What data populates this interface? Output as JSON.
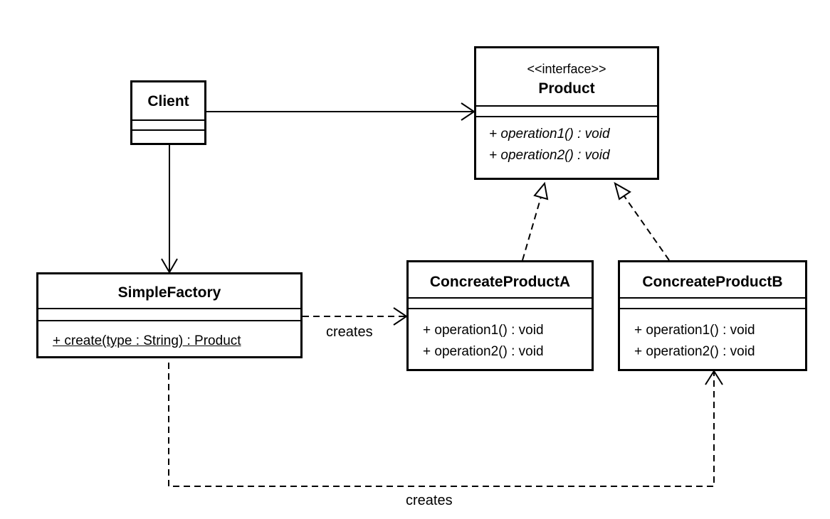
{
  "diagram": {
    "classes": {
      "client": {
        "name": "Client",
        "operations": []
      },
      "product": {
        "stereotype": "<<interface>>",
        "name": "Product",
        "operations": [
          "+ operation1() : void",
          "+ operation2() : void"
        ]
      },
      "simple_factory": {
        "name": "SimpleFactory",
        "operations": [
          "+ create(type : String) : Product"
        ]
      },
      "product_a": {
        "name": "ConcreateProductA",
        "operations": [
          "+ operation1() : void",
          "+ operation2() : void"
        ]
      },
      "product_b": {
        "name": "ConcreateProductB",
        "operations": [
          "+ operation1() : void",
          "+ operation2() : void"
        ]
      }
    },
    "relations": {
      "factory_to_a_label": "creates",
      "factory_to_b_label": "creates"
    }
  }
}
